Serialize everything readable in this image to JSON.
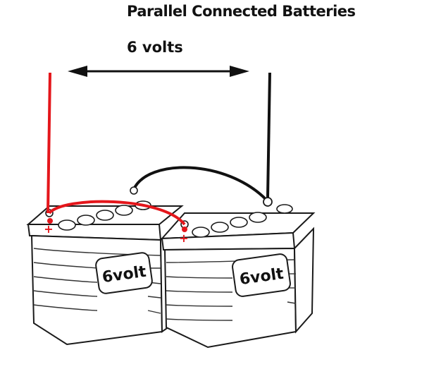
{
  "title": "Parallel  Connected Batteries",
  "voltage_label": "6 volts",
  "batteries": [
    {
      "label": "6volt",
      "positive_symbol": "+"
    },
    {
      "label": "6volt",
      "positive_symbol": "+"
    }
  ],
  "colors": {
    "positive_wire": "#e4161b",
    "negative_wire": "#111111",
    "outline": "#1a1a1a",
    "background": "#ffffff"
  },
  "icons": [
    "double-arrow",
    "battery",
    "battery-terminal",
    "wire"
  ]
}
